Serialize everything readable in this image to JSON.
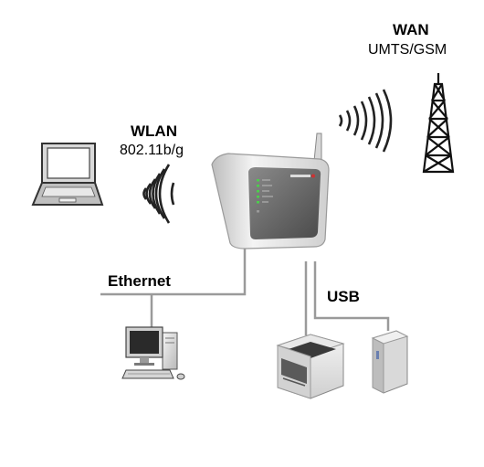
{
  "labels": {
    "wan_title": "WAN",
    "wan_subtitle": "UMTS/GSM",
    "wlan_title": "WLAN",
    "wlan_subtitle": "802.11b/g",
    "ethernet": "Ethernet",
    "usb": "USB"
  },
  "icons": {
    "laptop": "laptop-icon",
    "router": "router-icon",
    "tower": "cell-tower-icon",
    "desktop": "desktop-computer-icon",
    "printer": "printer-icon",
    "drive": "external-drive-icon"
  },
  "colors": {
    "link_line": "#9a9a9a",
    "router_body": "#e6e6e6",
    "router_face": "#6f6f6f",
    "led": "#4ccf4c"
  }
}
